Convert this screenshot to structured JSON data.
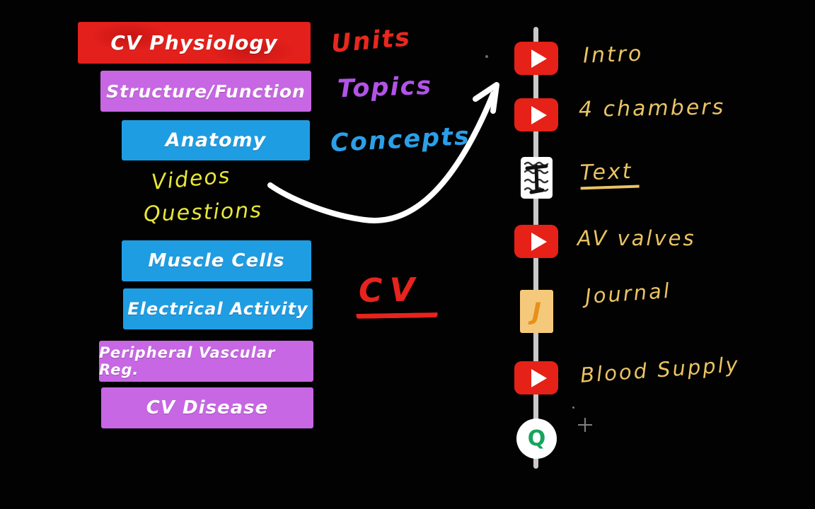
{
  "hierarchy": {
    "boxes": [
      {
        "label": "CV Physiology",
        "color": "red"
      },
      {
        "label": "Structure/Function",
        "color": "purple"
      },
      {
        "label": "Anatomy",
        "color": "blue"
      },
      {
        "label": "Muscle Cells",
        "color": "blue"
      },
      {
        "label": "Electrical Activity",
        "color": "blue"
      },
      {
        "label": "Peripheral Vascular Reg.",
        "color": "purple"
      },
      {
        "label": "CV Disease",
        "color": "purple"
      }
    ],
    "annotations": {
      "videos": "Videos",
      "questions": "Questions"
    }
  },
  "legend": {
    "units": "Units",
    "topics": "Topics",
    "concepts": "Concepts"
  },
  "cv_heading": "CV",
  "timeline": {
    "items": [
      {
        "type": "video",
        "label": "Intro"
      },
      {
        "type": "video",
        "label": "4 chambers"
      },
      {
        "type": "text",
        "label": "Text"
      },
      {
        "type": "video",
        "label": "AV valves"
      },
      {
        "type": "journal",
        "label": "Journal",
        "icon_letter": "J"
      },
      {
        "type": "video",
        "label": "Blood Supply"
      },
      {
        "type": "question",
        "label": "",
        "icon_letter": "Q"
      }
    ]
  },
  "colors": {
    "unit_red": "#e4201c",
    "topic_purple": "#c767e3",
    "concept_blue": "#1f9de3",
    "note_yellow": "#e8e838",
    "label_gold": "#eac463",
    "play_red": "#e62117",
    "journal_tan": "#f5c97b",
    "journal_letter_orange": "#e8901a",
    "question_green": "#18a35c",
    "timeline_gray": "#c9c9c9",
    "cv_red": "#e8231e"
  }
}
